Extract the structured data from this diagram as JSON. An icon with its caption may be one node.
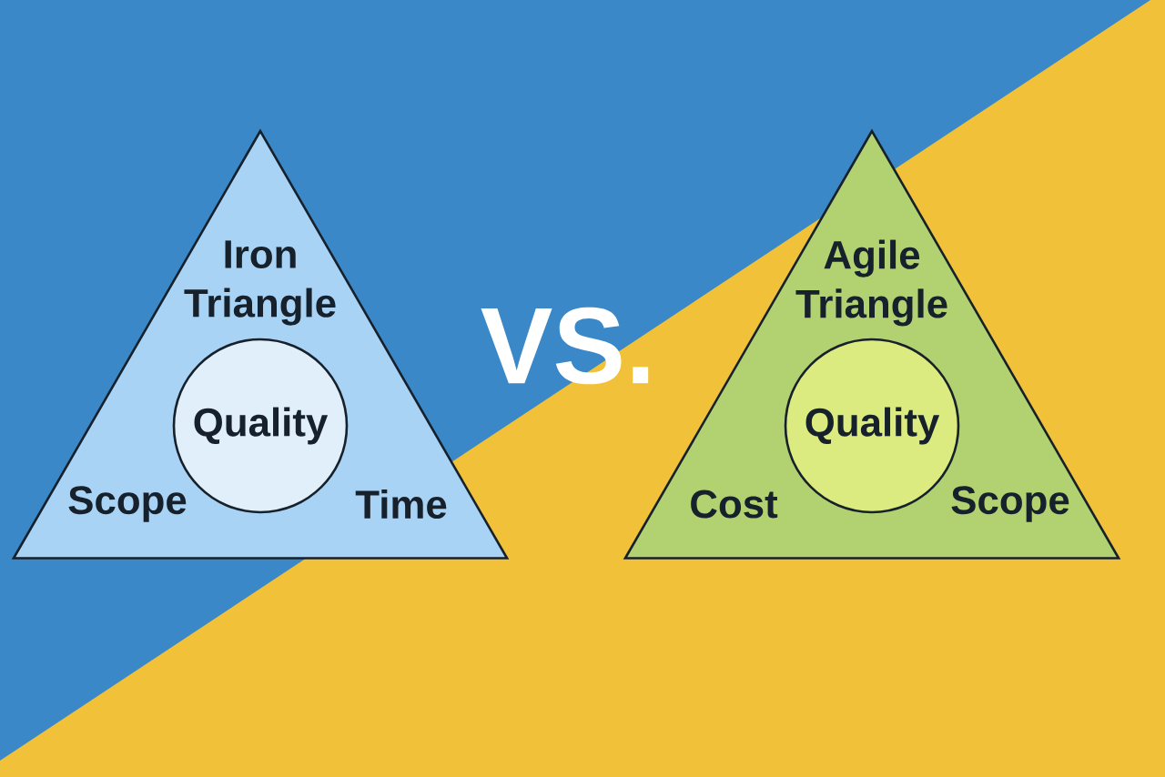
{
  "diagram": {
    "nodes": [
      {
        "text": [
          "Iron Triangle",
          "Scope",
          "Time"
        ]
      },
      {
        "text": [
          "Quality"
        ],
        "in": 0
      },
      {
        "text": [
          "Agile Triangle",
          "Cost",
          "Scope"
        ]
      },
      {
        "text": [
          "Quality"
        ],
        "in": 2
      }
    ],
    "labels": [
      "VS."
    ]
  }
}
